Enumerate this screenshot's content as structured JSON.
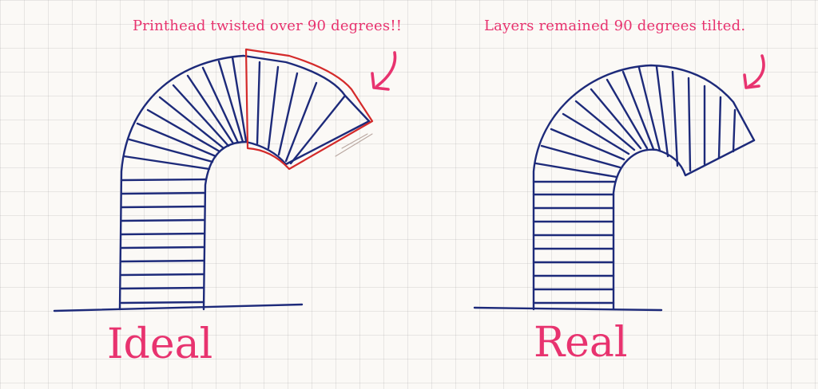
{
  "annotations": {
    "left_note": "Printhead twisted over 90 degrees!!",
    "right_note": "Layers remained 90 degrees tilted."
  },
  "labels": {
    "ideal": "Ideal",
    "real": "Real"
  },
  "colors": {
    "ink_blue": "#1d2a7a",
    "ink_red": "#d42a2a",
    "ink_pink": "#e8336f",
    "paper": "#fbf9f6"
  }
}
